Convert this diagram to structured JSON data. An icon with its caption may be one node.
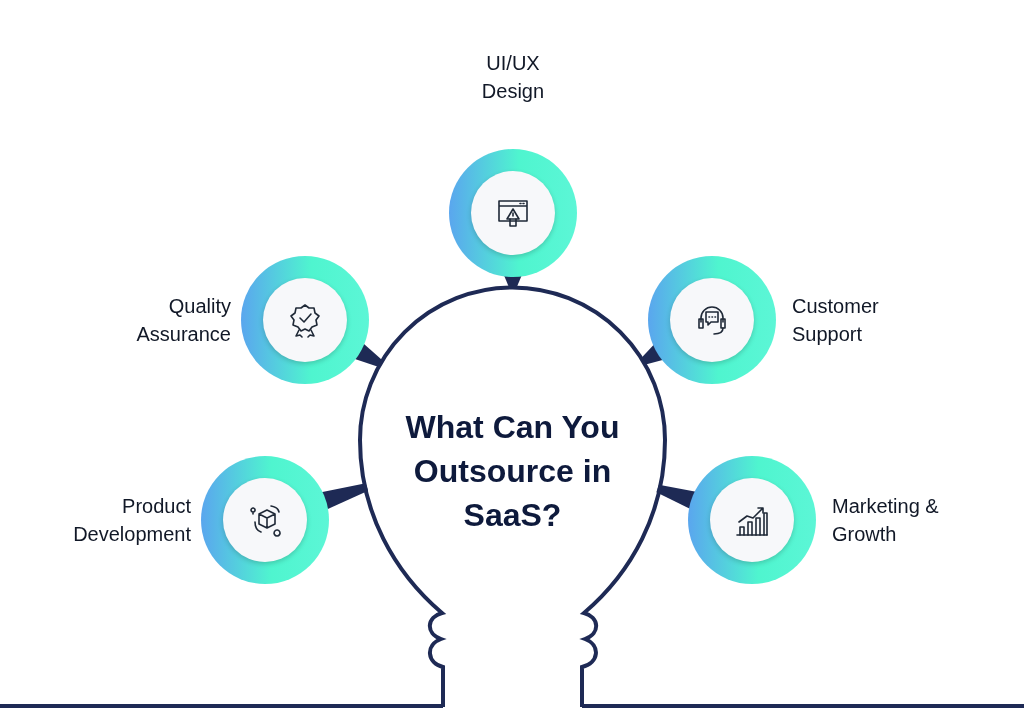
{
  "diagram": {
    "nodes": [
      {
        "text": [
          "What Can You Outsource in SaaS?"
        ]
      },
      {
        "text": [
          "UI/UX Design"
        ]
      },
      {
        "text": [
          "Quality Assurance"
        ]
      },
      {
        "text": [
          "Customer Support"
        ]
      },
      {
        "text": [
          "Product Development"
        ]
      },
      {
        "text": [
          "Marketing & Growth"
        ]
      }
    ],
    "edges": [
      {
        "from": 1,
        "to": 0,
        "arrow": "none"
      },
      {
        "from": 2,
        "to": 0,
        "arrow": "none"
      },
      {
        "from": 3,
        "to": 0,
        "arrow": "none"
      },
      {
        "from": 4,
        "to": 0,
        "arrow": "none"
      },
      {
        "from": 5,
        "to": 0,
        "arrow": "none"
      }
    ]
  }
}
